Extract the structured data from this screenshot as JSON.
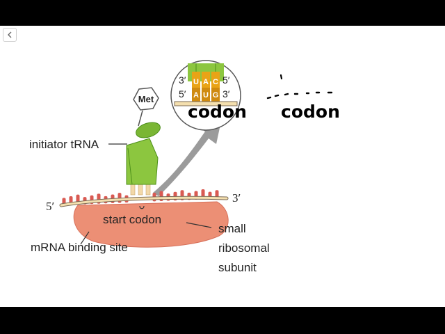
{
  "toolbar": {
    "back_icon": "chevron-left-icon"
  },
  "diagram": {
    "amino_acid": "Met",
    "labels": {
      "initiator_trna": "initiator tRNA",
      "mrna_five_prime": "5′",
      "mrna_three_prime": "3′",
      "start_codon": "start codon",
      "mrna_binding_site": "mRNA binding site",
      "small_ribosomal_subunit_line1": "small",
      "small_ribosomal_subunit_line2": "ribosomal",
      "small_ribosomal_subunit_line3": "subunit"
    },
    "zoom": {
      "top_left": "3′",
      "top_right": "5′",
      "bottom_left": "5′",
      "bottom_right": "3′",
      "anticodon_bases": [
        "U",
        "A",
        "C"
      ],
      "codon_bases": [
        "A",
        "U",
        "G"
      ]
    },
    "handwritten": {
      "codon_left": "codon",
      "codon_right": "codon"
    },
    "colors": {
      "trna_green": "#8cc63f",
      "trna_dark_green": "#4d8f1b",
      "ribosome": "#ec8f75",
      "mrna_red": "#d95a52",
      "mrna_strand": "#f4dfae",
      "anticodon_gold": "#e9a316",
      "arrow_gray": "#9b9b9b"
    }
  }
}
